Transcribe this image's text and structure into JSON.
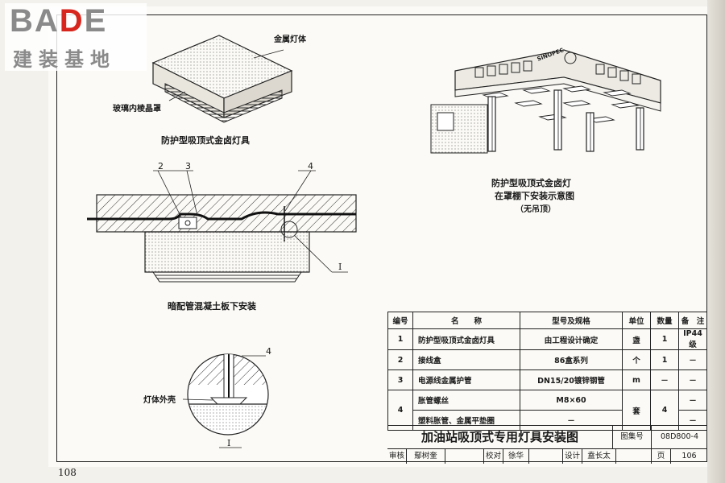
{
  "logo": {
    "brand_black": "BA",
    "brand_red": "D",
    "brand_black2": "E",
    "sub": "建装基地"
  },
  "labels": {
    "metal_body": "金属灯体",
    "glass_cover": "玻璃内棱晶罩",
    "fixture_caption": "防护型吸顶式金卤灯具",
    "canopy_caption_1": "防护型吸顶式金卤灯",
    "canopy_caption_2": "在罩棚下安装示意图",
    "canopy_caption_3": "（无吊顶）",
    "section_caption": "暗配管混凝土板下安装",
    "shell": "灯体外壳",
    "detail_mark": "I",
    "detail_mark_bottom": "I",
    "n2": "2",
    "n3": "3",
    "n4": "4",
    "n4b": "4",
    "sign": "SINOPEC"
  },
  "table": {
    "headers": [
      "编号",
      "名　　称",
      "型号及规格",
      "单位",
      "数量",
      "备　注"
    ],
    "rows": [
      {
        "no": "1",
        "name": "防护型吸顶式金卤灯具",
        "spec": "由工程设计确定",
        "unit": "盏",
        "qty": "1",
        "note": "IP44级"
      },
      {
        "no": "2",
        "name": "接线盒",
        "spec": "86盒系列",
        "unit": "个",
        "qty": "1",
        "note": "－"
      },
      {
        "no": "3",
        "name": "电源线金属护管",
        "spec": "DN15/20镀锌钢管",
        "unit": "m",
        "qty": "－",
        "note": "－"
      },
      {
        "no": "4",
        "name": "胀管螺丝",
        "spec": "M8×60",
        "unit": "套",
        "qty": "4",
        "note": "－"
      },
      {
        "no": "",
        "name": "塑料胀管、金属平垫圈",
        "spec": "－",
        "unit": "",
        "qty": "",
        "note": "－"
      }
    ]
  },
  "title_block": {
    "title": "加油站吸顶式专用灯具安装图",
    "set_label": "图集号",
    "set_value": "08D800-4",
    "review": "审核",
    "reviewer": "鄢树奎",
    "check": "校对",
    "checker": "徐华",
    "design": "设计",
    "designer": "盍长太",
    "page_label": "页",
    "page_value": "106"
  },
  "page_number": "108"
}
